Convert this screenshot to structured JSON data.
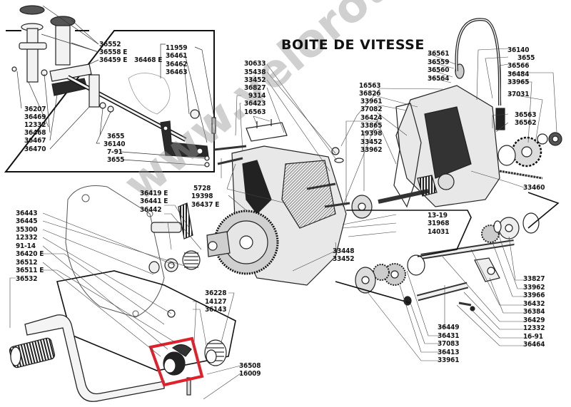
{
  "title": "BOITE DE VITESSE",
  "watermark": "www.velorot.org",
  "highlight_color": "#e0202a",
  "inset_labels": {
    "top_group": [
      "36552",
      "36558 E",
      "36459 E"
    ],
    "bracket_group_label": "36468 E",
    "bracket_group": [
      "11959",
      "36461",
      "36462",
      "36463"
    ],
    "left_group": [
      "36207",
      "36469",
      "12332",
      "36468",
      "36467",
      "36470"
    ],
    "mid_group": [
      "3655",
      "36140",
      "7-91",
      "3655"
    ]
  },
  "center_labels": {
    "top_group": [
      "30633",
      "35438",
      "33452",
      "36827",
      "9314",
      "36423",
      "16563"
    ],
    "stud_group": [
      "5728",
      "19398",
      "36437 E"
    ],
    "shaft_group": [
      "36419 E",
      "36441 E",
      "36442"
    ],
    "lower_group": [
      "33448",
      "33452"
    ],
    "right_mid_group": [
      "13-19",
      "31968",
      "14031"
    ]
  },
  "right_labels": {
    "cover_group": [
      "16563",
      "36826",
      "33961",
      "37082",
      "36424",
      "33865",
      "19398",
      "33452",
      "33962"
    ],
    "cable_group": [
      "36561",
      "36559",
      "36560",
      "36564"
    ],
    "lever_group": [
      "36140",
      "3655",
      "36566",
      "36484",
      "33965",
      "37031",
      "36563",
      "36562"
    ],
    "chain_label": "33460",
    "bearing_group": [
      "33827",
      "33962",
      "33966",
      "36432",
      "36384",
      "36429",
      "12332",
      "16-91",
      "36464"
    ],
    "shaft_group": [
      "36449",
      "36431",
      "37083",
      "36413",
      "33961"
    ]
  },
  "left_labels": {
    "cover_group": [
      "36443",
      "36445",
      "35300",
      "12332",
      "91-14",
      "36420 E",
      "36512",
      "36511 E",
      "36532"
    ]
  },
  "kick_labels": {
    "top_group": [
      "36228",
      "14127",
      "36143"
    ],
    "bottom_group": [
      "36508",
      "16009"
    ]
  }
}
